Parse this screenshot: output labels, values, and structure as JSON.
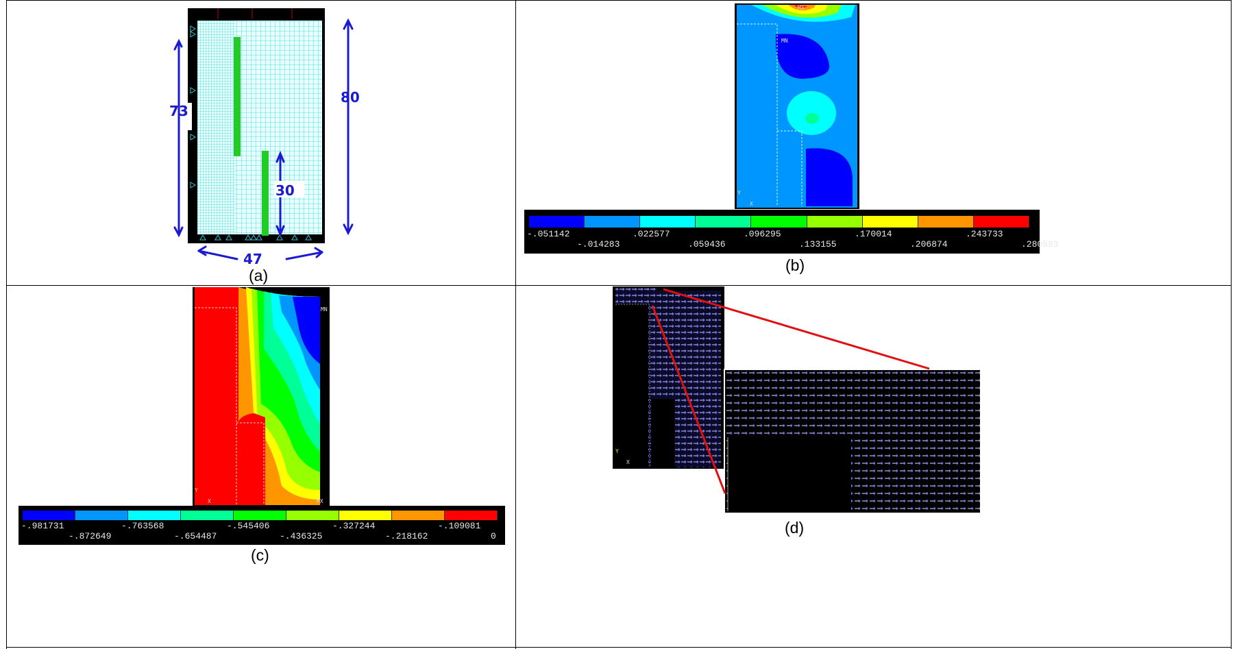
{
  "captions": {
    "a": "(a)",
    "b": "(b)",
    "c": "(c)",
    "d": "(d)"
  },
  "panel_a": {
    "dims": {
      "height_left": "73",
      "height_right": "80",
      "inner": "30",
      "width": "47"
    }
  },
  "panel_b": {
    "mx": "MX",
    "mn": "MN",
    "axis_x": "X",
    "axis_y": "Y",
    "legend_colors": [
      "#0000ff",
      "#0096ff",
      "#00ffff",
      "#00ff96",
      "#00ff00",
      "#96ff00",
      "#ffff00",
      "#ff9600",
      "#ff0000"
    ],
    "legend_values": [
      "-.051142",
      "-.014283",
      ".022577",
      ".059436",
      ".096295",
      ".133155",
      ".170014",
      ".206874",
      ".243733",
      ".280593"
    ]
  },
  "panel_c": {
    "mx": "MX",
    "mn": "MN",
    "axis_x": "X",
    "axis_y": "Y",
    "legend_colors": [
      "#0000ff",
      "#0096ff",
      "#00ffff",
      "#00ff96",
      "#00ff00",
      "#96ff00",
      "#ffff00",
      "#ff9600",
      "#ff0000"
    ],
    "legend_values": [
      "-.981731",
      "-.872649",
      "-.763568",
      "-.654487",
      "-.545406",
      "-.436325",
      "-.327244",
      "-.218162",
      "-.109081",
      "0"
    ]
  },
  "panel_d": {
    "axis_x": "X",
    "axis_y": "Y"
  }
}
